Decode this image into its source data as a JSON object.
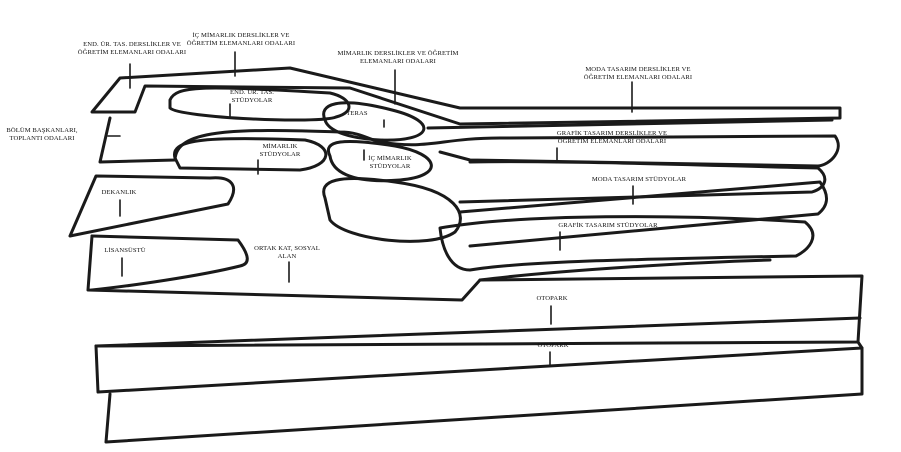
{
  "colors": {
    "line": "#1a1a1a",
    "background": "#ffffff"
  },
  "labels": {
    "end_ur_tas_ofis": "END. ÜR. TAS. DERSLİKLER VE\nÖĞRETİM ELEMANLARI ODALARI",
    "ic_mimarlik_ofis": "İÇ MİMARLIK DERSLİKLER VE\nÖĞRETİM ELEMANLARI ODALARI",
    "mimarlik_ofis": "MİMARLIK DERSLİKLER VE ÖĞRETİM\nELEMANLARI ODALARI",
    "moda_ofis": "MODA TASARIM DERSLİKLER VE\nÖĞRETİM ELEMANLARI ODALARI",
    "end_ur_tas_studyo": "END. ÜR. TAS.\nSTÜDYOLAR",
    "teras": "TERAS",
    "bolum_baskanlari": "BÖLÜM BAŞKANLARI,\nTOPLANTI ODALARI",
    "grafik_ofis": "GRAFİK TASARIM DERSLİKLER VE\nÖĞRETİM ELEMANLARI ODALARI",
    "mimarlik_studyo": "MİMARLIK\nSTÜDYOLAR",
    "ic_mimarlik_studyo": "İÇ MİMARLIK\nSTÜDYOLAR",
    "moda_studyo": "MODA TASARIM STÜDYOLAR",
    "dekanlik": "DEKANLIK",
    "grafik_studyo": "GRAFİK TASARIM STÜDYOLAR",
    "lisansustu": "LİSANSÜSTÜ",
    "ortak_kat": "ORTAK KAT, SOSYAL\nALAN",
    "otopark_1": "OTOPARK",
    "otopark_2": "OTOPARK"
  }
}
